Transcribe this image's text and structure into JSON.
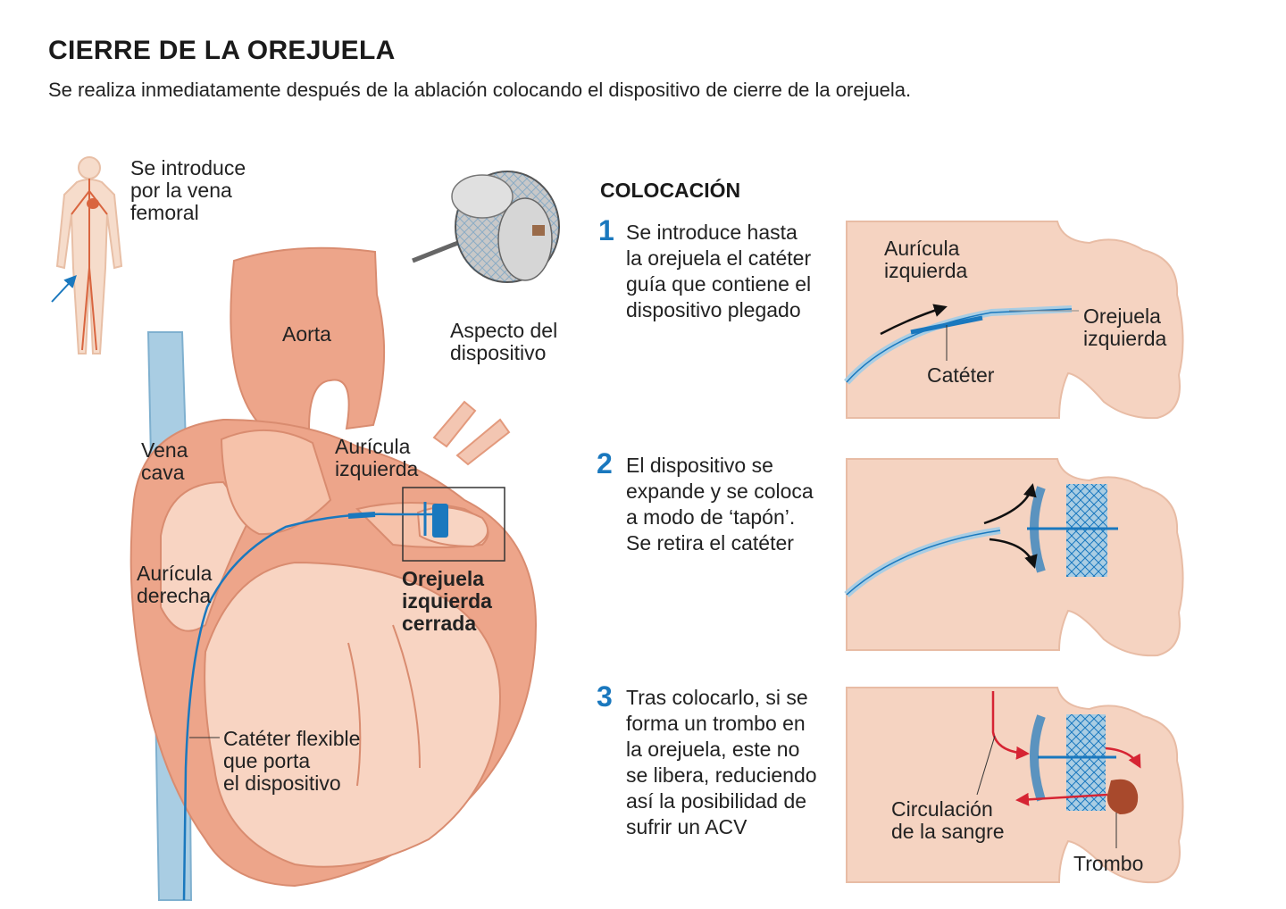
{
  "header": {
    "title": "CIERRE DE LA OREJUELA",
    "subtitle": "Se realiza inmediatamente después de la ablación colocando el dispositivo de cierre de la orejuela."
  },
  "figure": {
    "body_label": "Se introduce\npor la vena\nfemoral",
    "device_label": "Aspecto del\ndispositivo",
    "aorta_label": "Aorta",
    "vena_cava_label": "Vena\ncava",
    "left_atrium_label": "Aurícula\nizquierda",
    "right_atrium_label": "Aurícula\nderecha",
    "closed_appendage_label": "Orejuela\nizquierda\ncerrada",
    "catheter_label": "Catéter flexible\nque porta\nel dispositivo"
  },
  "placement": {
    "title": "COLOCACIÓN",
    "steps": [
      {
        "number": "1",
        "text": "Se introduce hasta\nla orejuela el catéter\nguía que contiene el\ndispositivo plegado",
        "labels": {
          "atrium": "Aurícula\nizquierda",
          "appendage": "Orejuela\nizquierda",
          "catheter": "Catéter"
        }
      },
      {
        "number": "2",
        "text": "El dispositivo se\nexpande y se coloca\na modo de ‘tapón’.\nSe retira el catéter"
      },
      {
        "number": "3",
        "text": "Tras colocarlo, si se\nforma un trombo en\nla orejuela, este no\nse libera, reduciendo\nasí la posibilidad de\nsufrir un ACV",
        "labels": {
          "circulation": "Circulación\nde la sangre",
          "thrombus": "Trombo"
        }
      }
    ]
  },
  "colors": {
    "tissue": "#f5d3c1",
    "heart": "#eda58a",
    "heart_light": "#f8d4c2",
    "vein": "#a9cde3",
    "accent_blue": "#1a78be",
    "blood_red": "#d62433",
    "thrombus": "#a8492c"
  }
}
